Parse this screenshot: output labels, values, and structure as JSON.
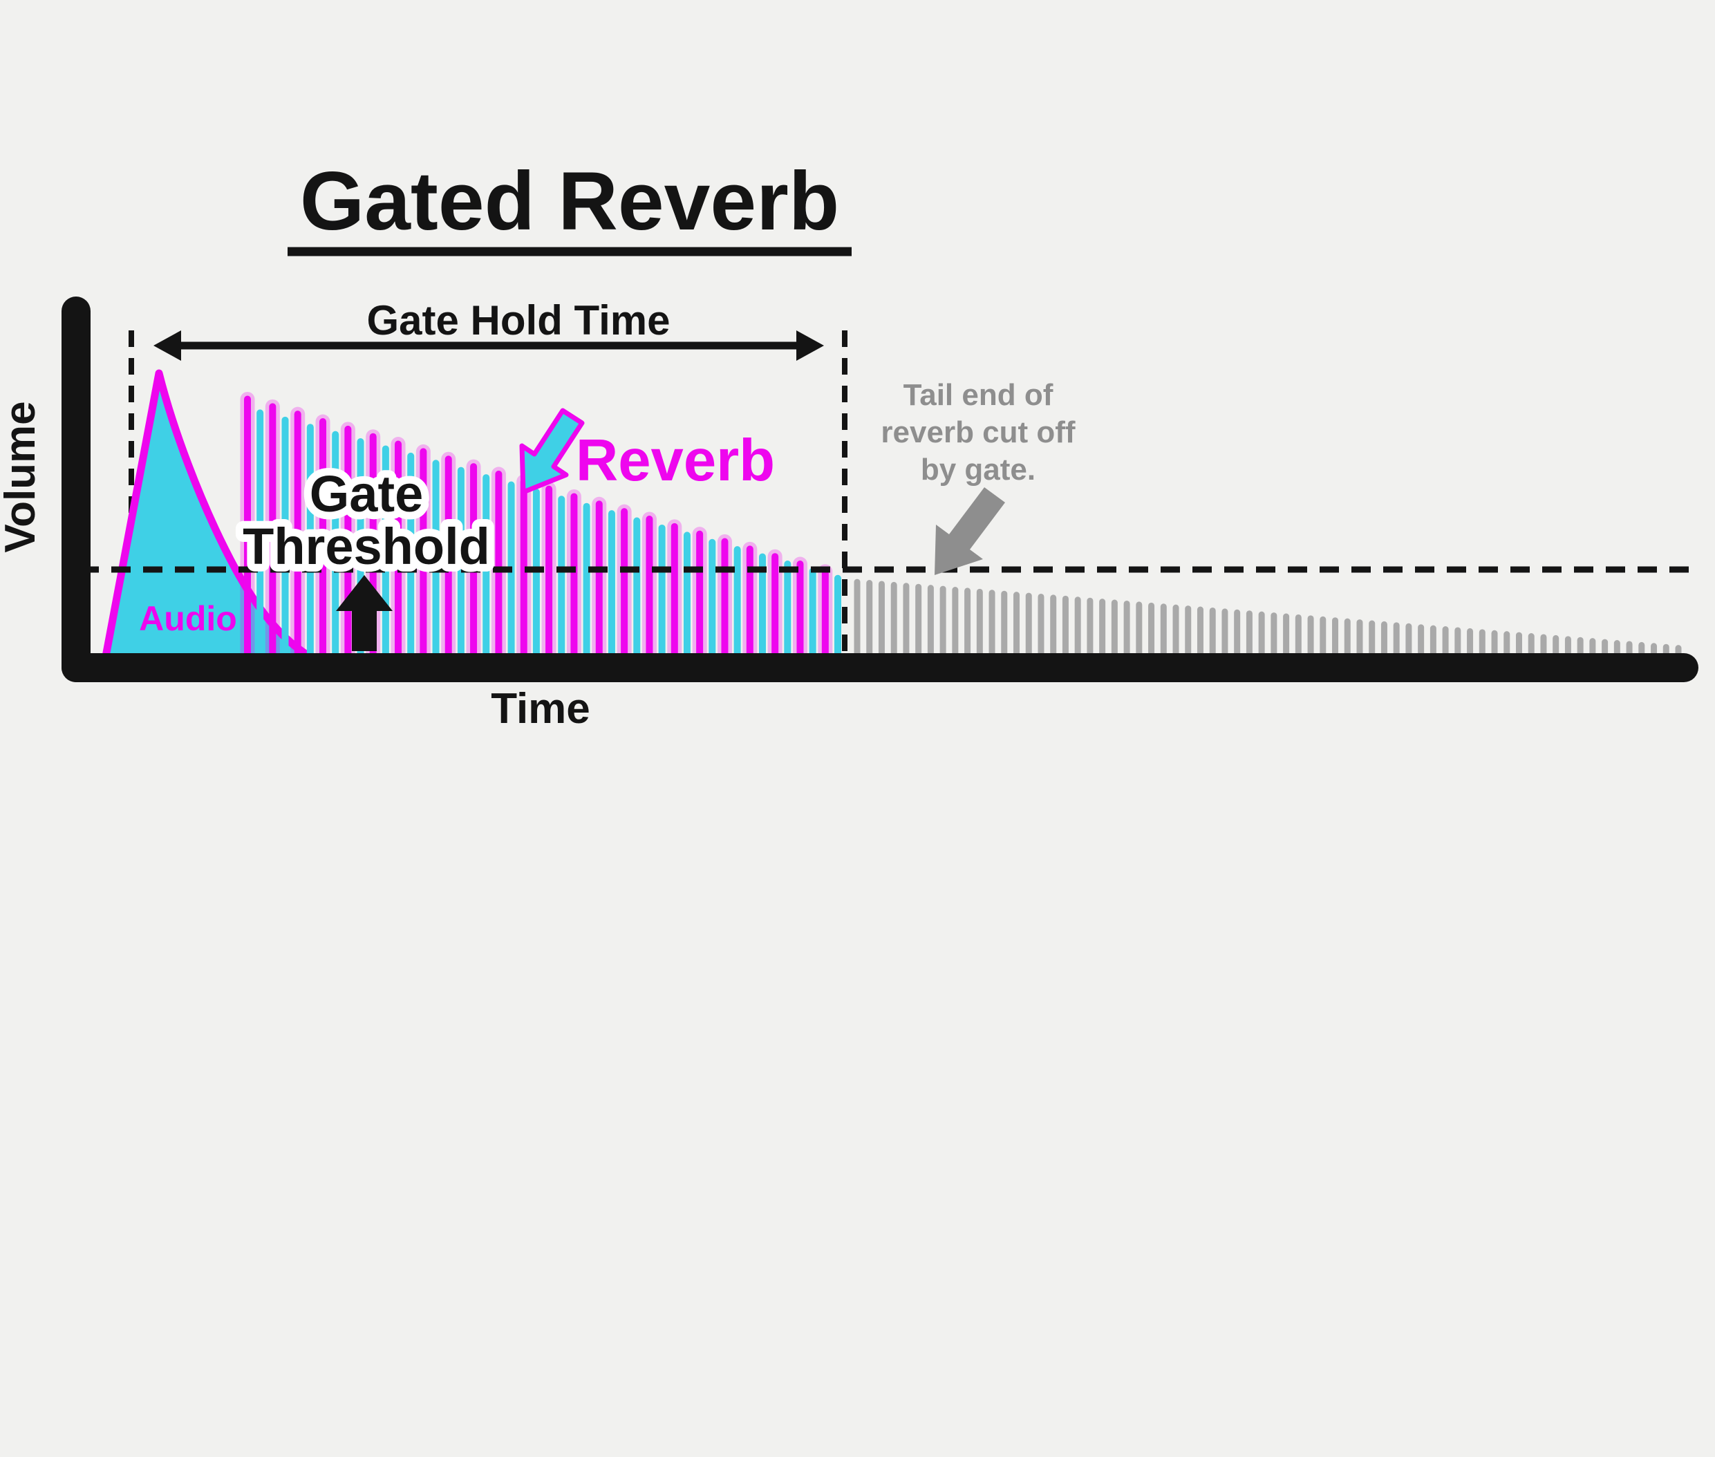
{
  "title": "Gated Reverb",
  "axes": {
    "y_label": "Volume",
    "x_label": "Time"
  },
  "labels": {
    "gate_hold_time": "Gate Hold Time",
    "gate_threshold": [
      "Gate",
      "Threshold"
    ],
    "reverb": "Reverb",
    "audio": "Audio",
    "tail_note": [
      "Tail end of",
      "reverb cut off",
      "by gate."
    ]
  },
  "colors": {
    "background": "#f1f1ef",
    "ink": "#141414",
    "magenta": "#ee06ee",
    "cyan": "#3fd0e6",
    "gray_text": "#8e8e8e",
    "gray_bar": "#a9a9a9"
  },
  "diagram": {
    "reverb_bars": {
      "count": 48,
      "level_from": 0.75,
      "level_to": 0.23,
      "width": 10,
      "colors": [
        "magenta",
        "cyan"
      ]
    },
    "tail_bars": {
      "count": 68,
      "level_from": 0.21,
      "level_to": 0.015,
      "width": 9,
      "colors": [
        "gray_bar"
      ]
    }
  }
}
